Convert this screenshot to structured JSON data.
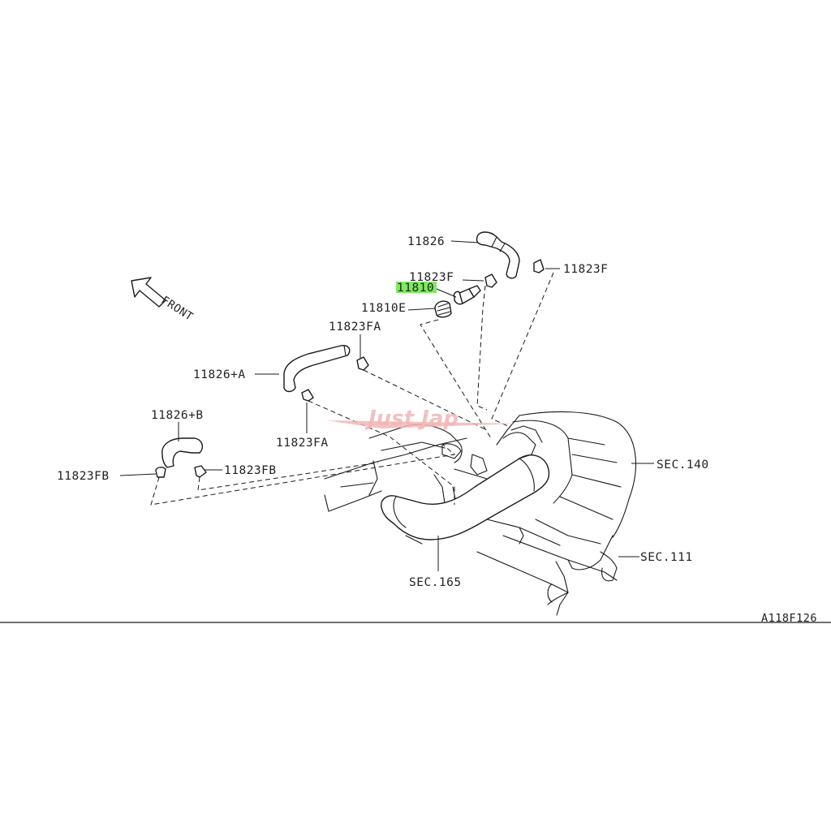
{
  "diagram": {
    "direction_label": "FRONT",
    "figure_code": "A118F126",
    "watermark": "Just Jap",
    "highlight_color": "#7dea5f",
    "labels": {
      "hose_11826": "11826",
      "clamp_11823f_left": "11823F",
      "clamp_11823f_right": "11823F",
      "pcv_valve_11810": "11810",
      "grommet_11810e": "11810E",
      "clamp_11823fa_top": "11823FA",
      "hose_11826a": "11826+A",
      "clamp_11823fa_bottom": "11823FA",
      "hose_11826b": "11826+B",
      "clamp_11823fb_left": "11823FB",
      "clamp_11823fb_right": "11823FB",
      "sec_140": "SEC.140",
      "sec_111": "SEC.111",
      "sec_165": "SEC.165"
    },
    "highlighted_part": "11810"
  }
}
